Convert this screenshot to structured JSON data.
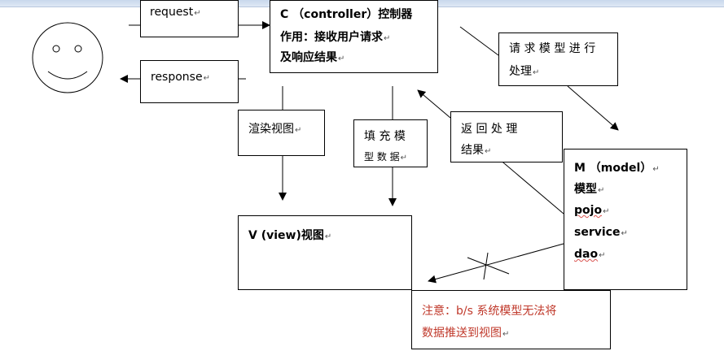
{
  "mark": "↵",
  "actor": {
    "icon": "smiley-face-icon"
  },
  "request": {
    "label": "request"
  },
  "response": {
    "label": "response"
  },
  "controller": {
    "line1": "C （controller）控制器",
    "line2": "作用：接收用户请求",
    "line3": "及响应结果"
  },
  "request_model": {
    "line1": "请 求 模 型 进 行",
    "line2": "处理"
  },
  "render_view": {
    "label": "渲染视图"
  },
  "fill_model": {
    "line1": "填 充 模",
    "line2": "型 数 据"
  },
  "return_result": {
    "line1": "返 回 处 理",
    "line2": "结果"
  },
  "model": {
    "title": "M （model）",
    "subtitle": "模型",
    "items": [
      "pojo",
      "service",
      "dao"
    ]
  },
  "view": {
    "title": "V (view)视图"
  },
  "note": {
    "line1": "注意：b/s  系统模型无法将",
    "line2": "数据推送到视图",
    "color": "#c0392b"
  }
}
